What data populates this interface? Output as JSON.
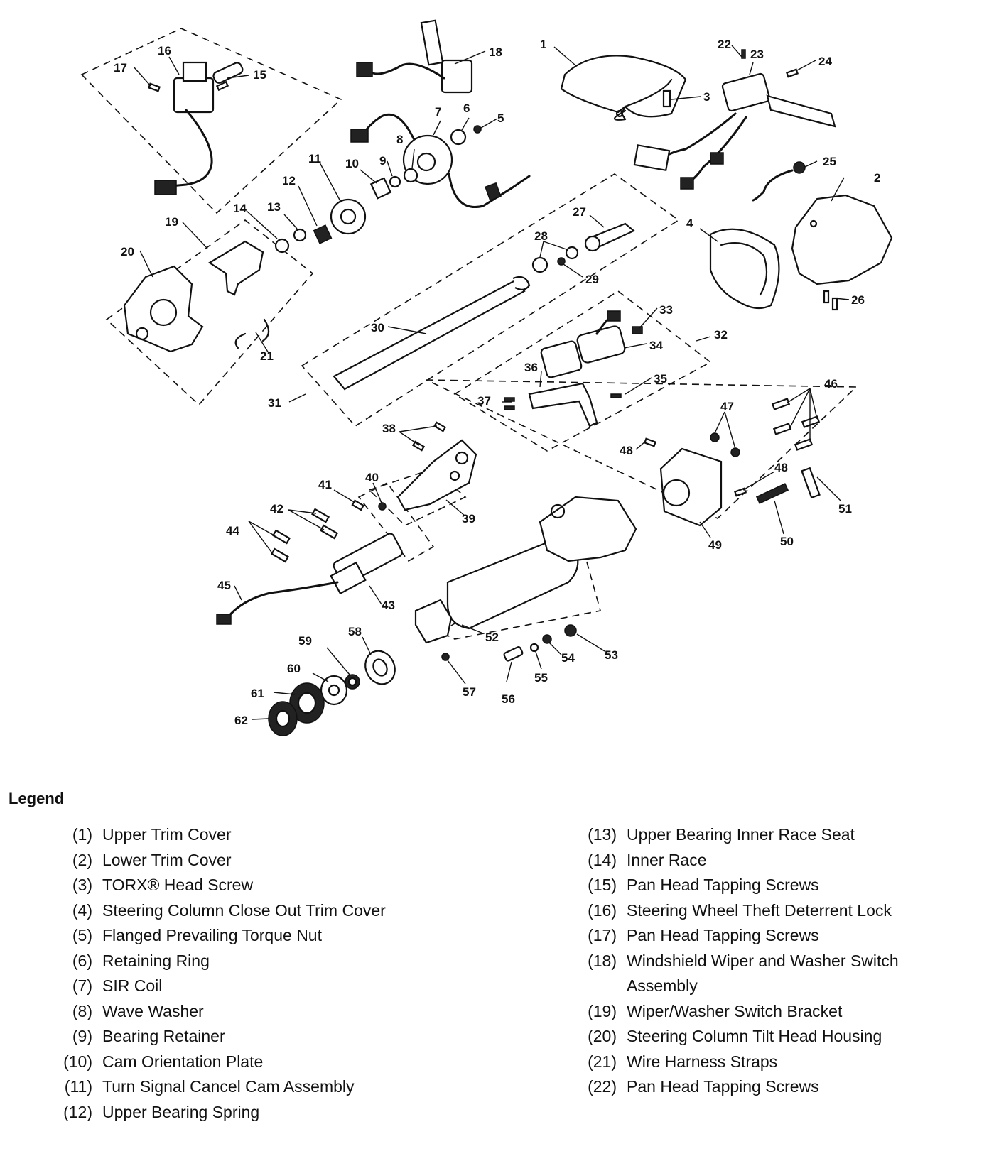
{
  "callouts": [
    "1",
    "2",
    "3",
    "4",
    "5",
    "6",
    "7",
    "8",
    "9",
    "10",
    "11",
    "12",
    "13",
    "14",
    "15",
    "16",
    "17",
    "18",
    "19",
    "20",
    "21",
    "22",
    "23",
    "24",
    "25",
    "26",
    "27",
    "28",
    "29",
    "30",
    "31",
    "32",
    "33",
    "34",
    "35",
    "36",
    "37",
    "38",
    "39",
    "40",
    "41",
    "42",
    "43",
    "44",
    "45",
    "46",
    "47",
    "48",
    "49",
    "50",
    "51",
    "52",
    "53",
    "54",
    "55",
    "56",
    "57",
    "58",
    "59",
    "60",
    "61",
    "62"
  ],
  "legend": {
    "title": "Legend",
    "left": [
      {
        "num": "(1)",
        "label": "Upper Trim Cover"
      },
      {
        "num": "(2)",
        "label": "Lower Trim Cover"
      },
      {
        "num": "(3)",
        "label": "TORX® Head Screw"
      },
      {
        "num": "(4)",
        "label": "Steering Column Close Out Trim Cover"
      },
      {
        "num": "(5)",
        "label": "Flanged Prevailing Torque Nut"
      },
      {
        "num": "(6)",
        "label": "Retaining Ring"
      },
      {
        "num": "(7)",
        "label": "SIR Coil"
      },
      {
        "num": "(8)",
        "label": "Wave Washer"
      },
      {
        "num": "(9)",
        "label": "Bearing Retainer"
      },
      {
        "num": "(10)",
        "label": "Cam Orientation Plate"
      },
      {
        "num": "(11)",
        "label": "Turn Signal Cancel Cam Assembly"
      },
      {
        "num": "(12)",
        "label": "Upper Bearing Spring"
      }
    ],
    "right": [
      {
        "num": "(13)",
        "label": "Upper Bearing Inner Race Seat"
      },
      {
        "num": "(14)",
        "label": "Inner Race"
      },
      {
        "num": "(15)",
        "label": "Pan Head Tapping Screws"
      },
      {
        "num": "(16)",
        "label": "Steering Wheel Theft Deterrent Lock"
      },
      {
        "num": "(17)",
        "label": "Pan Head Tapping Screws"
      },
      {
        "num": "(18)",
        "label": "Windshield Wiper and Washer Switch Assembly"
      },
      {
        "num": "(19)",
        "label": "Wiper/Washer Switch Bracket"
      },
      {
        "num": "(20)",
        "label": "Steering Column Tilt Head Housing"
      },
      {
        "num": "(21)",
        "label": "Wire Harness Straps"
      },
      {
        "num": "(22)",
        "label": "Pan Head Tapping Screws"
      }
    ]
  }
}
